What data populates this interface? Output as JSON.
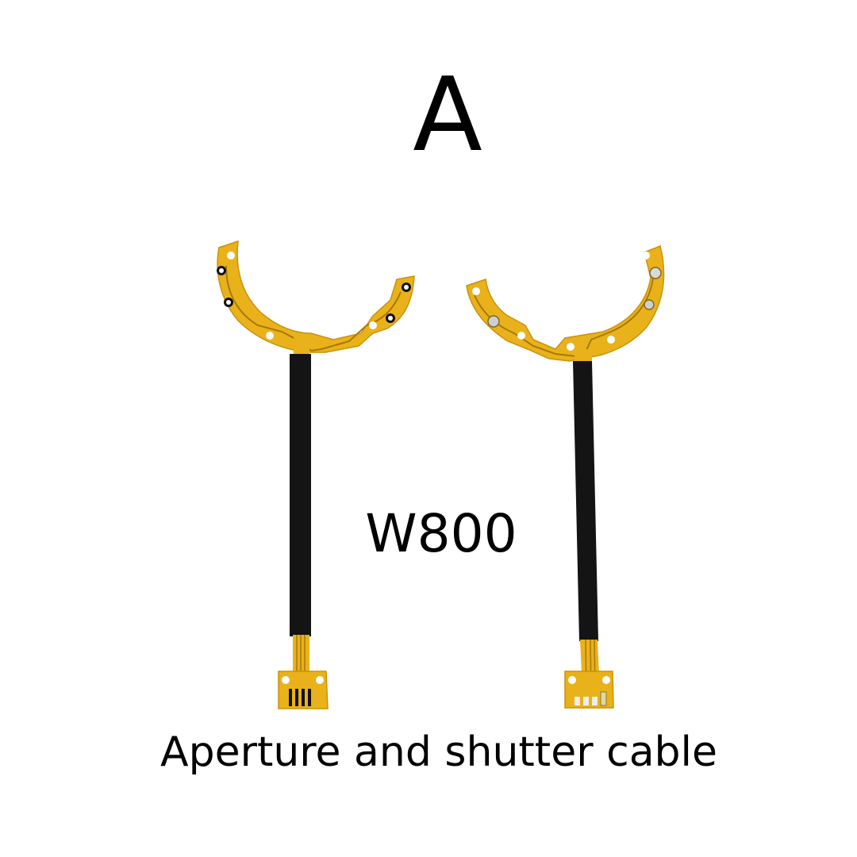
{
  "product": {
    "variant_letter": "A",
    "model": "W800",
    "caption": "Aperture and shutter cable"
  },
  "colors": {
    "flex_yellow": "#e9b21a",
    "flex_edge": "#c9920c",
    "trace_dark": "#a9780a",
    "cable_black": "#141414",
    "background": "#ffffff"
  }
}
